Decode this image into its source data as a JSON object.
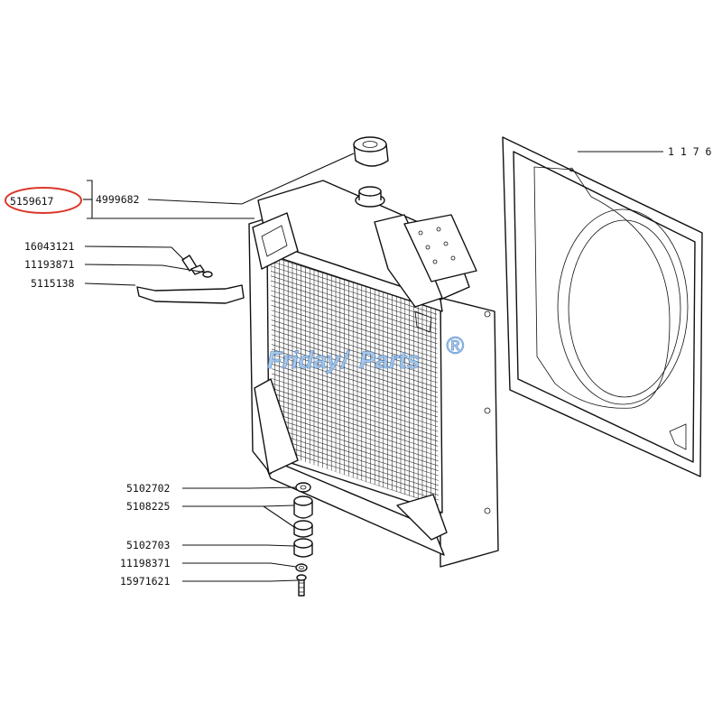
{
  "highlight": {
    "part_number": "5159617",
    "circle_color": "#d9382a"
  },
  "watermark": {
    "part1": "Friday",
    "part2": "Parts",
    "mark": "®",
    "color": "#4f86c8"
  },
  "labels": {
    "p4999682": "4999682",
    "p1176": "1 1 7 6",
    "p16043121": "16043121",
    "p11193871": "11193871",
    "p5115138": "5115138",
    "p5102702": "5102702",
    "p5108225": "5108225",
    "p5102703": "5102703",
    "p11198371": "11198371",
    "p15971621": "15971621"
  }
}
